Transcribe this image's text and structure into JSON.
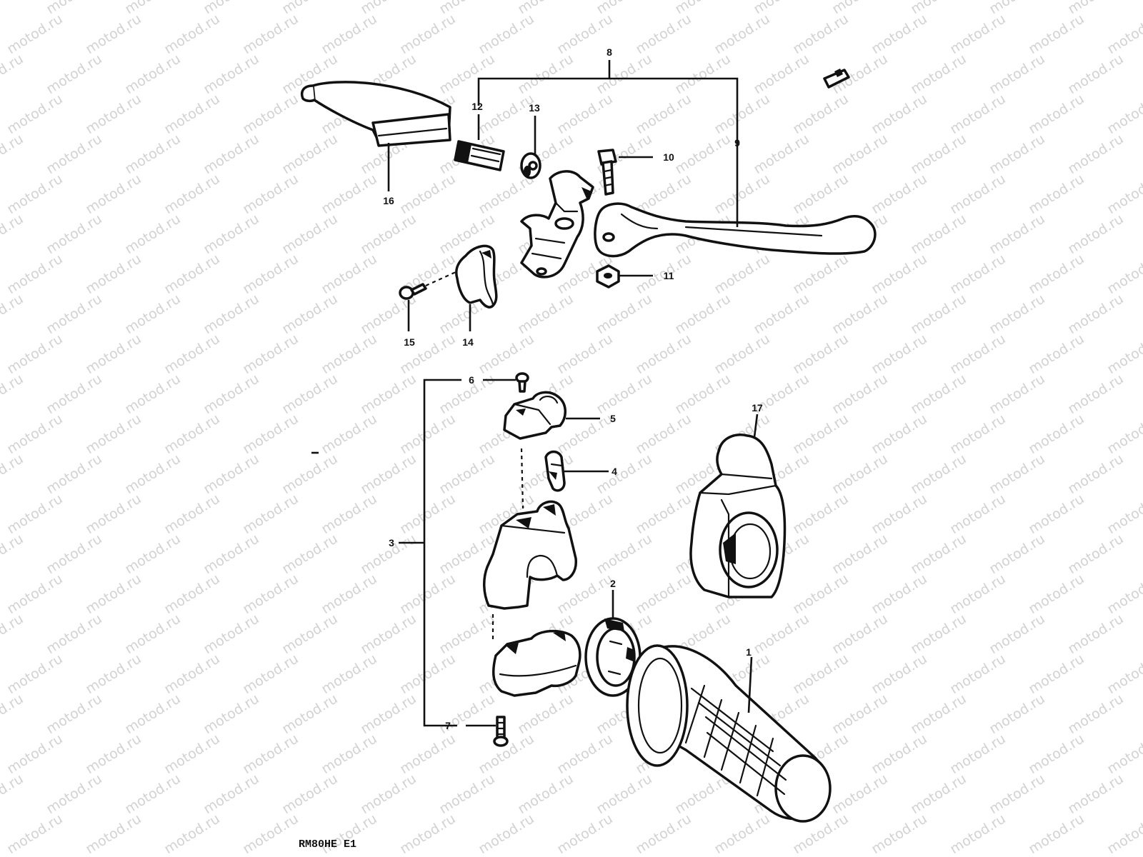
{
  "watermark": {
    "text": "motod.ru"
  },
  "drawing_code": "RM80HE E1",
  "callouts": {
    "n1": "1",
    "n2": "2",
    "n3": "3",
    "n4": "4",
    "n5": "5",
    "n6": "6",
    "n7": "7",
    "n8": "8",
    "n9": "9",
    "n10": "10",
    "n11": "11",
    "n12": "12",
    "n13": "13",
    "n14": "14",
    "n15": "15",
    "n16": "16",
    "n17": "17"
  },
  "colors": {
    "line": "#111111",
    "background": "#ffffff",
    "watermark": "#d2d2d2"
  }
}
